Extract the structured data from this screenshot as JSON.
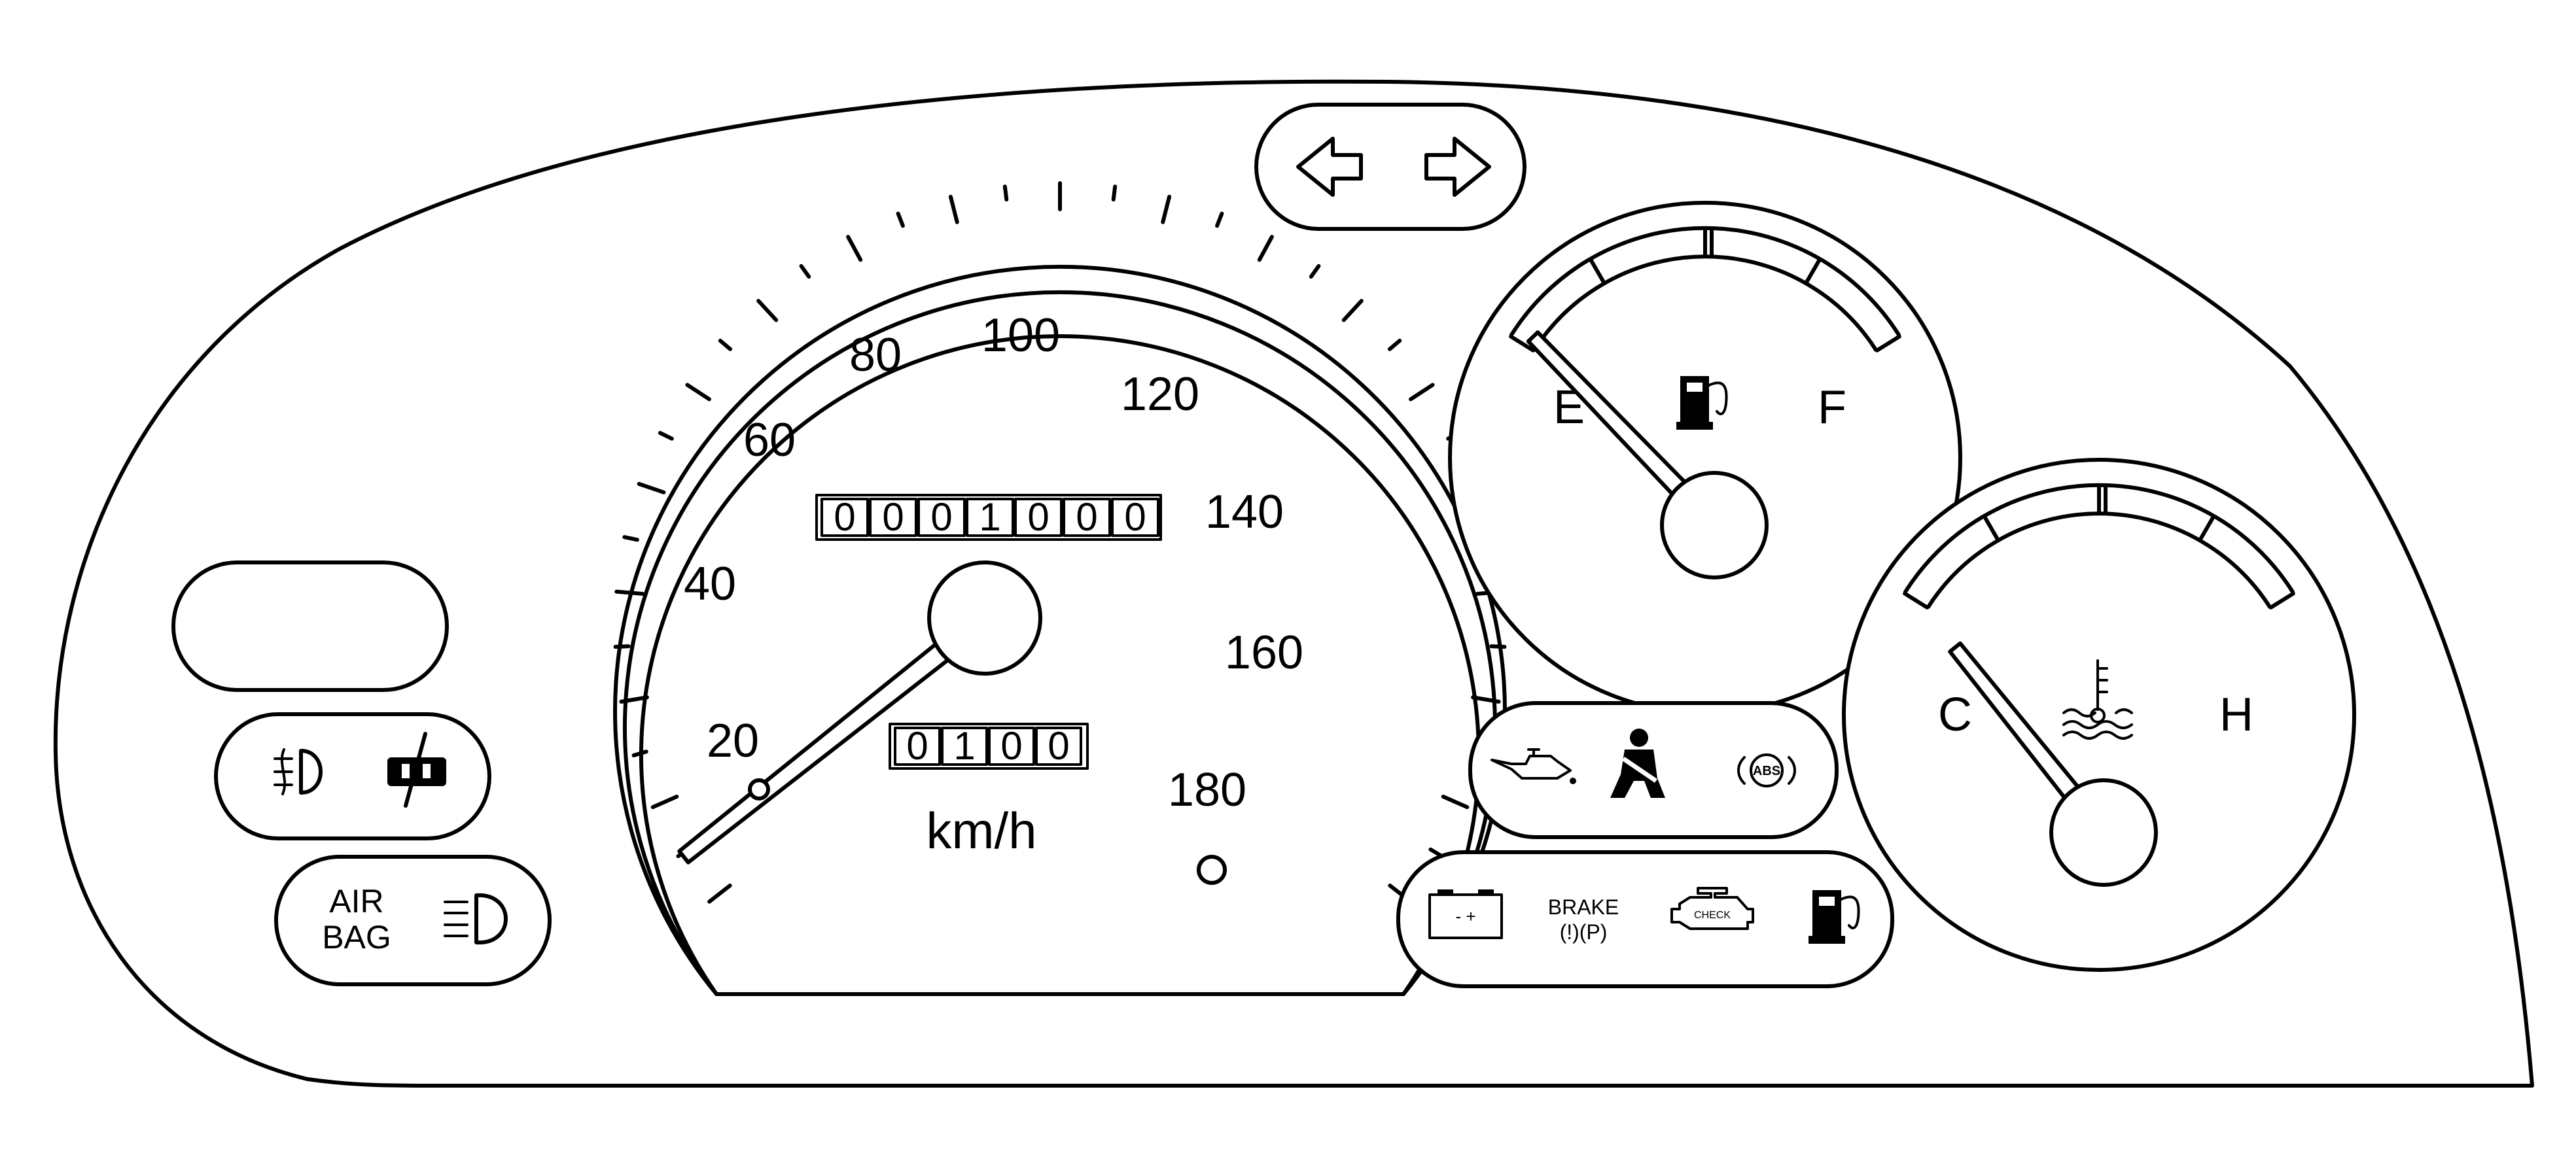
{
  "speedometer": {
    "scale_labels": [
      "20",
      "40",
      "60",
      "80",
      "100",
      "120",
      "140",
      "160",
      "180"
    ],
    "unit": "km/h",
    "odometer_digits": [
      "0",
      "0",
      "0",
      "1",
      "0",
      "0",
      "0"
    ],
    "trip_digits": [
      "0",
      "1",
      "0",
      "0"
    ],
    "needle_value_kmh": 0
  },
  "fuel_gauge": {
    "empty_label": "E",
    "full_label": "F",
    "icon": "fuel-pump-icon",
    "level": 0
  },
  "temp_gauge": {
    "cold_label": "C",
    "hot_label": "H",
    "icon": "thermometer-coolant-icon",
    "level": 0
  },
  "turn_signals": {
    "icons": [
      "left-arrow-icon",
      "right-arrow-icon"
    ]
  },
  "left_indicators": {
    "fog_and_lamp": {
      "icons": [
        "rear-fog-light-icon",
        "lamp-off-icon"
      ]
    },
    "airbag": {
      "line1": "AIR",
      "line2": "BAG",
      "icon": "headlight-high-beam-icon"
    }
  },
  "warning_panel_top": {
    "icons": [
      "oil-can-icon",
      "seatbelt-icon",
      "abs-icon"
    ],
    "abs_text": "ABS"
  },
  "warning_panel_bottom": {
    "icons": [
      "battery-icon",
      "brake-icon",
      "check-engine-icon",
      "fuel-pump-icon"
    ],
    "battery_text": "- +",
    "brake_text": "BRAKE",
    "brake_sub": "(!)(P)",
    "check_text": "CHECK"
  }
}
